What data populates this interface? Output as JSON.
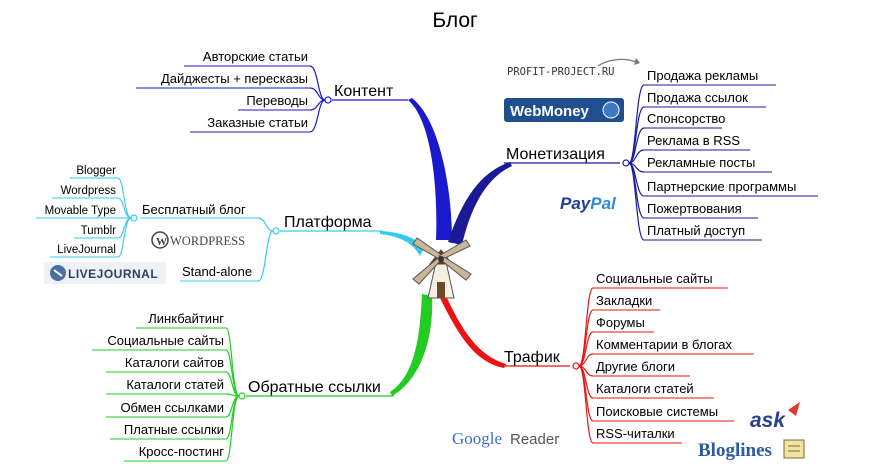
{
  "title": "Блог",
  "colors": {
    "content": "#1a1acc",
    "monetization": "#1a1a99",
    "platform": "#33ccee",
    "backlinks": "#22cc22",
    "traffic": "#ee1111"
  },
  "branches": {
    "content": {
      "label": "Контент",
      "items": [
        "Авторские статьи",
        "Дайджесты + пересказы",
        "Переводы",
        "Заказные статьи"
      ]
    },
    "monetization": {
      "label": "Монетизация",
      "items": [
        "Продажа рекламы",
        "Продажа ссылок",
        "Спонсорство",
        "Реклама в RSS",
        "Рекламные посты",
        "Партнерские программы",
        "Пожертвования",
        "Платный доступ"
      ]
    },
    "platform": {
      "label": "Платформа",
      "free_blog": "Бесплатный блог",
      "standalone": "Stand-alone",
      "free_items": [
        "Blogger",
        "Wordpress",
        "Movable Type",
        "Tumblr",
        "LiveJournal"
      ]
    },
    "backlinks": {
      "label": "Обратные ссылки",
      "items": [
        "Линкбайтинг",
        "Социальные сайты",
        "Каталоги сайтов",
        "Каталоги статей",
        "Обмен ссылками",
        "Платные ссылки",
        "Кросс-постинг"
      ]
    },
    "traffic": {
      "label": "Трафик",
      "items": [
        "Социальные сайты",
        "Закладки",
        "Форумы",
        "Комментарии в блогах",
        "Другие блоги",
        "Каталоги статей",
        "Поисковые системы",
        "RSS-читалки"
      ]
    }
  },
  "logos": {
    "profit_project": "PROFIT-PROJECT.RU",
    "webmoney": "WebMoney",
    "paypal_pay": "Pay",
    "paypal_pal": "Pal",
    "wordpress": "WORDPRESS",
    "livejournal": "LIVEJOURNAL",
    "google": "Google",
    "reader": "Reader",
    "ask": "ask",
    "bloglines": "Bloglines"
  },
  "central_icon": "windmill-icon"
}
